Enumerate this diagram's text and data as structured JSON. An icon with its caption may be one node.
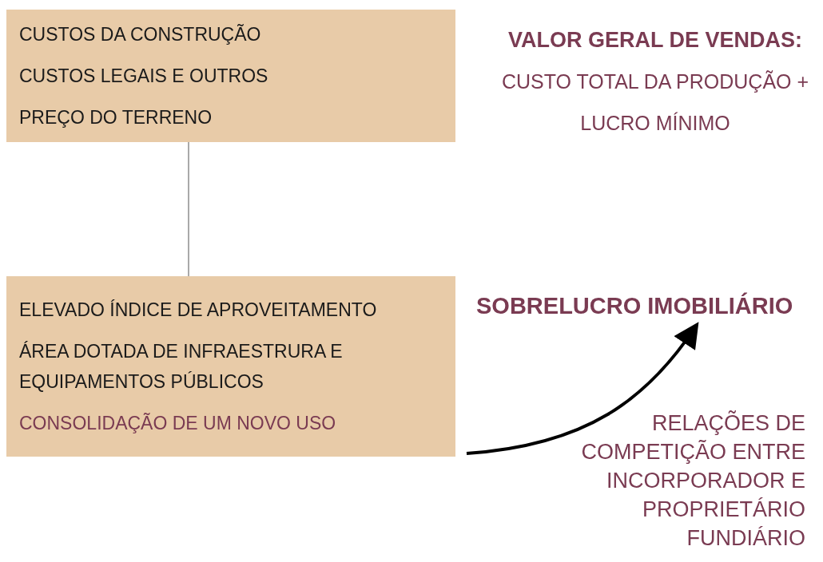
{
  "diagram": {
    "nodes": [
      {
        "text": [
          "CUSTOS DA CONSTRUÇÃO",
          "CUSTOS LEGAIS E OUTROS",
          "PREÇO DO TERRENO"
        ]
      },
      {
        "text": [
          "ELEVADO ÍNDICE DE APROVEITAMENTO",
          "ÁREA DOTADA DE INFRAESTRURA E EQUIPAMENTOS PÚBLICOS",
          "CONSOLIDAÇÃO DE UM NOVO USO"
        ]
      },
      {
        "text": [
          "SOBRELUCRO IMOBILIÁRIO"
        ]
      }
    ],
    "edges": [
      {
        "from": 0,
        "to": 1,
        "arrow": "none"
      },
      {
        "from": 1,
        "to": 2,
        "arrow": "to",
        "style": "thick"
      }
    ],
    "labels": [
      "VALOR GERAL DE VENDAS:",
      "CUSTO TOTAL DA PRODUÇÃO + LUCRO MÍNIMO",
      "RELAÇÕES DE COMPETIÇÃO ENTRE INCORPORADOR E PROPRIETÁRIO FUNDIÁRIO"
    ]
  }
}
